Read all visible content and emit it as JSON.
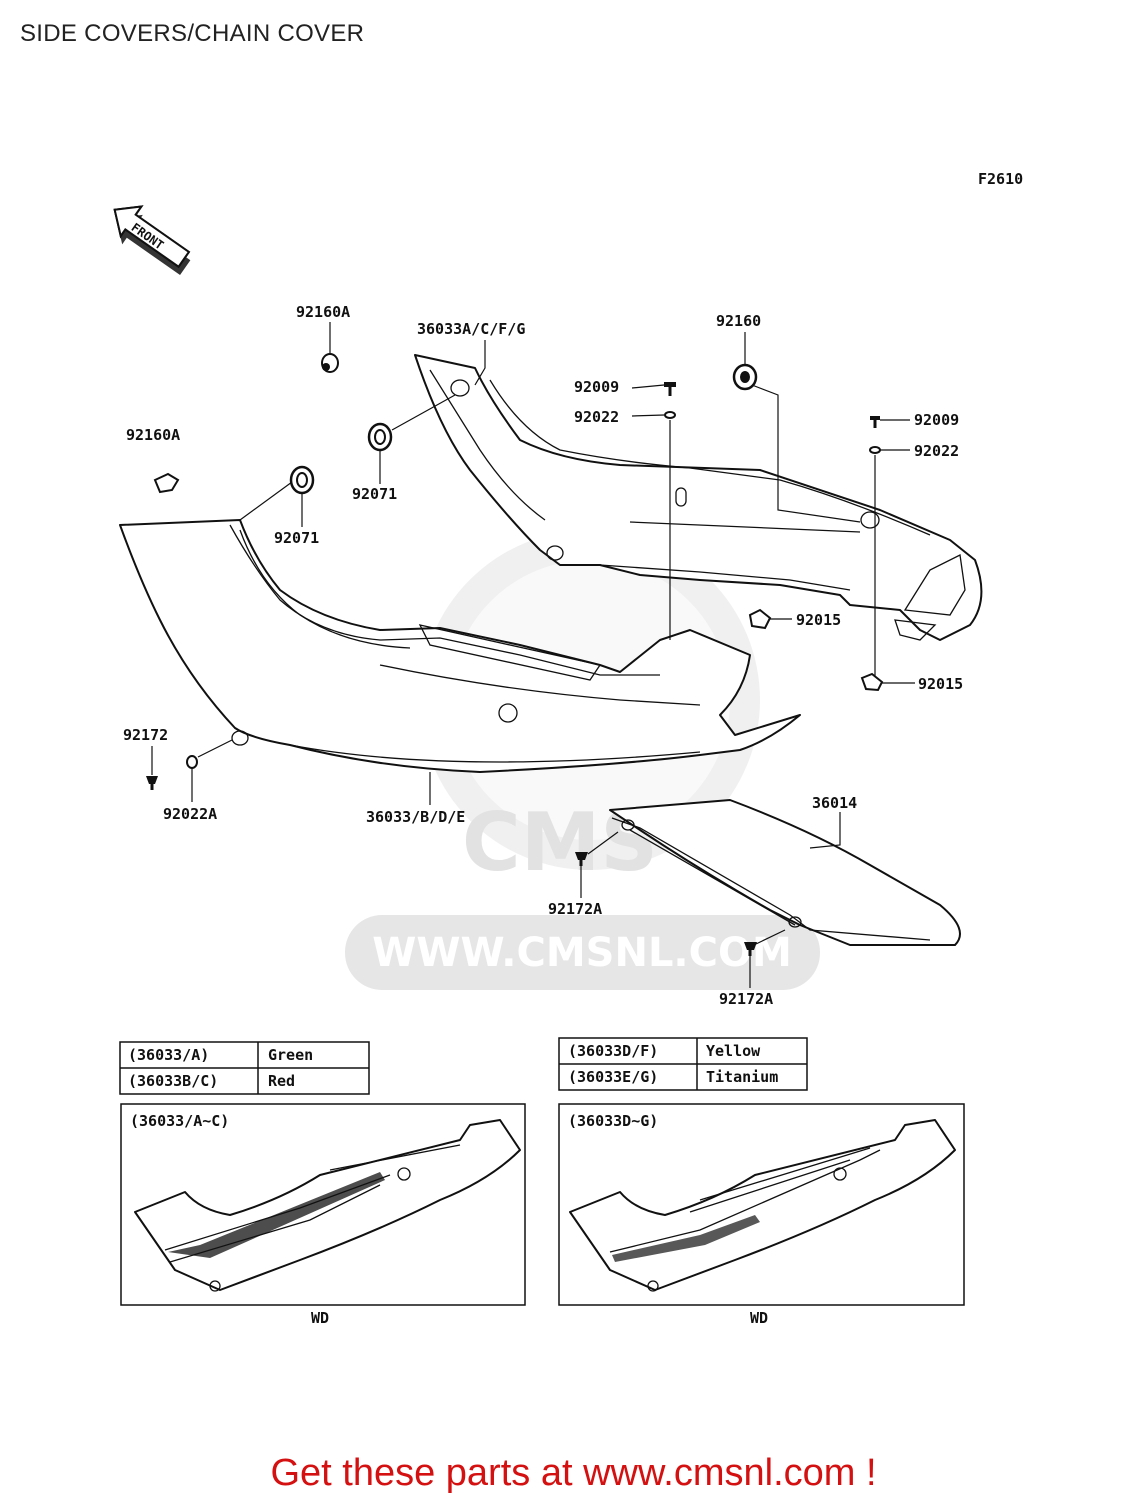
{
  "page": {
    "title": "SIDE COVERS/CHAIN COVER",
    "figure_code": "F2610",
    "front_label": "FRONT",
    "watermark_text": "WWW.CMSNL.COM",
    "watermark_logo": "CMS",
    "footer": "Get these parts at www.cmsnl.com !"
  },
  "callouts": {
    "c92160A_top": "92160A",
    "c92160A_left": "92160A",
    "c36033ACFG": "36033A/C/F/G",
    "c92160": "92160",
    "c92009_a": "92009",
    "c92022_a": "92022",
    "c92009_b": "92009",
    "c92022_b": "92022",
    "c92071_a": "92071",
    "c92071_b": "92071",
    "c92015_a": "92015",
    "c92015_b": "92015",
    "c92172": "92172",
    "c92022A": "92022A",
    "c36033BDE": "36033/B/D/E",
    "c36014": "36014",
    "c92172A_a": "92172A",
    "c92172A_b": "92172A"
  },
  "color_table_left": [
    {
      "code": "(36033/A)",
      "color": "Green"
    },
    {
      "code": "(36033B/C)",
      "color": "Red"
    }
  ],
  "color_table_right": [
    {
      "code": "(36033D/F)",
      "color": "Yellow"
    },
    {
      "code": "(36033E/G)",
      "color": "Titanium"
    }
  ],
  "detail_boxes": [
    {
      "heading": "(36033/A~C)",
      "caption": "WD"
    },
    {
      "heading": "(36033D~G)",
      "caption": "WD"
    }
  ],
  "colors": {
    "footer_text": "#d41010",
    "line": "#111111",
    "watermark": "#e4e4e4"
  }
}
